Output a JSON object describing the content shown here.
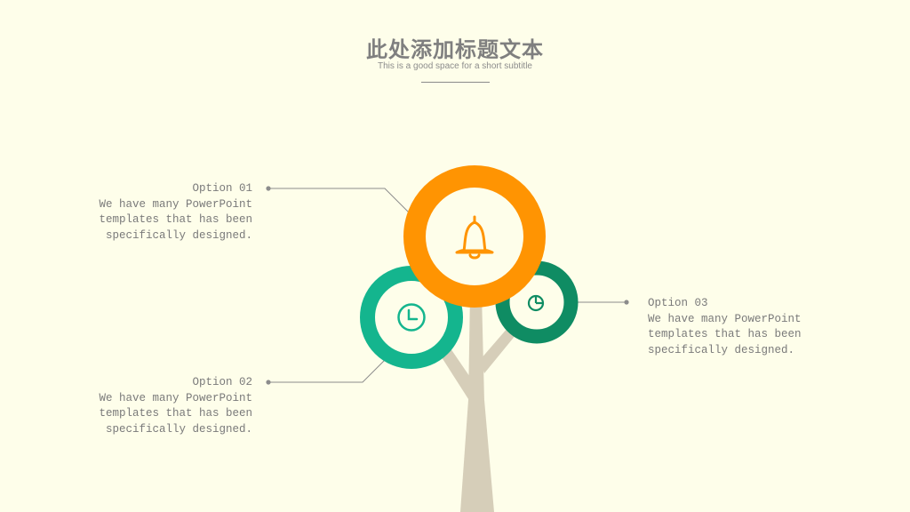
{
  "slide": {
    "title": "此处添加标题文本",
    "subtitle": "This is a good space for a short subtitle"
  },
  "options": [
    {
      "heading": "Option 01",
      "lines": [
        "We have many PowerPoint",
        "templates that has been",
        "specifically designed."
      ],
      "icon": "bell-icon",
      "color": "#FF9402"
    },
    {
      "heading": "Option 02",
      "lines": [
        "We have many PowerPoint",
        "templates that has been",
        "specifically designed."
      ],
      "icon": "clock-icon",
      "color": "#14B58E"
    },
    {
      "heading": "Option 03",
      "lines": [
        "We have many PowerPoint",
        "templates that has been",
        "specifically designed."
      ],
      "icon": "pie-chart-icon",
      "color": "#0F8C63"
    }
  ],
  "colors": {
    "background": "#FEFEEA",
    "trunk": "#D6CEB9",
    "connector": "#8C8C8C"
  }
}
